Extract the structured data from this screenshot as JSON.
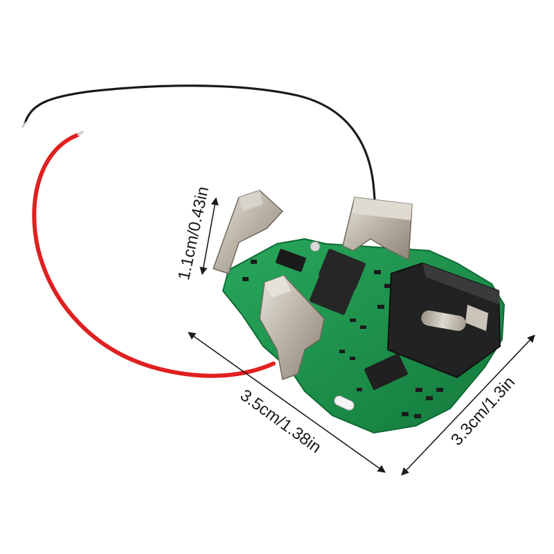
{
  "dimensions": {
    "height": "1.1cm/0.43in",
    "length": "3.5cm/1.38in",
    "width": "3.3cm/1.3in"
  },
  "colors": {
    "pcb": "#1f9a52",
    "wire_red": "#e02020",
    "wire_black": "#1a1a1a",
    "terminal_metal": "#c9c3b8",
    "connector": "#222222"
  }
}
